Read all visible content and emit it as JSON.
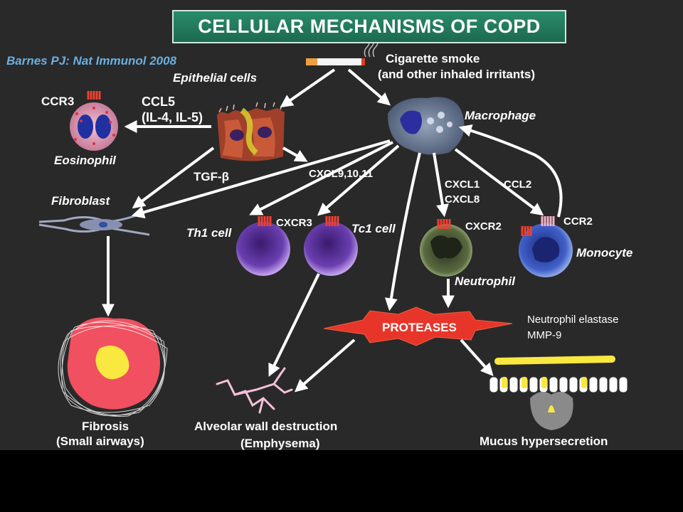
{
  "title": "CELLULAR MECHANISMS OF COPD",
  "citation": "Barnes PJ: Nat Immunol 2008",
  "colors": {
    "title_bg": "#207a5c",
    "background": "#292929",
    "protease_burst": "#e8352a",
    "citation": "#6ab0e0"
  },
  "labels": {
    "smoke_line1": "Cigarette smoke",
    "smoke_line2": "(and other inhaled irritants)",
    "epithelial": "Epithelial cells",
    "ccr3": "CCR3",
    "ccl5": "CCL5",
    "il": "(IL-4, IL-5)",
    "eosinophil": "Eosinophil",
    "macrophage": "Macrophage",
    "tgf": "TGF-β",
    "cxcl9": "CXCL9,10,11",
    "cxcl1": "CXCL1",
    "cxcl8": "CXCL8",
    "ccl2": "CCL2",
    "fibroblast": "Fibroblast",
    "cxcr3": "CXCR3",
    "th1": "Th1 cell",
    "tc1": "Tc1 cell",
    "cxcr2": "CXCR2",
    "ccr2": "CCR2",
    "monocyte": "Monocyte",
    "neutrophil": "Neutrophil",
    "proteases": "PROTEASES",
    "elastase": "Neutrophil elastase",
    "mmp9": "MMP-9",
    "fibrosis": "Fibrosis",
    "small_airways": "(Small airways)",
    "alveolar": "Alveolar wall destruction",
    "emphysema": "(Emphysema)",
    "mucus": "Mucus hypersecretion"
  }
}
